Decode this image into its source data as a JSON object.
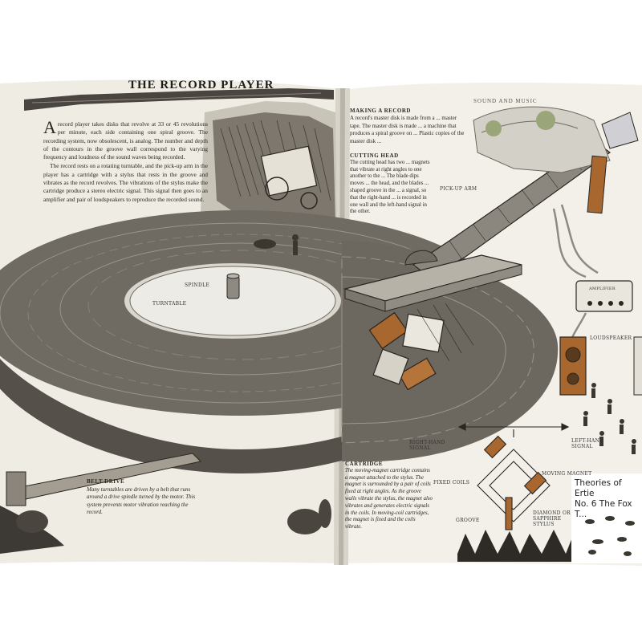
{
  "page": {
    "title": "The Record Player",
    "section_header": "Sound and Music"
  },
  "intro": {
    "paragraph_1": "A record player takes disks that revolve at 33 or 45 revolutions per minute, each side containing one spiral groove. The recording system, now obsolescent, is analog. The number and depth of the contours in the groove wall correspond to the varying frequency and loudness of the sound waves being recorded.",
    "paragraph_2": "The record rests on a rotating turntable, and the pick-up arm in the player has a cartridge with a stylus that rests in the groove and vibrates as the record revolves. The vibrations of the stylus make the cartridge produce a stereo electric signal. This signal then goes to an amplifier and pair of loudspeakers to reproduce the recorded sound."
  },
  "making_record": {
    "heading": "Making a Record",
    "body": "A record's master disk is made from a ... master tape. The master disk is made ... a machine that produces a spiral groove on ... Plastic copies of the master disk ..."
  },
  "cutting_head": {
    "heading": "Cutting Head",
    "body": "The cutting head has two ... magnets that vibrate at right angles to one another to the ... The blade dips moves ... the head, and the blades ... shaped groove in the ... a signal, so that the right-hand ... is recorded in one wall and the left-hand signal in the other."
  },
  "cartridge": {
    "heading": "Cartridge",
    "body": "The moving-magnet cartridge contains a magnet attached to the stylus. The magnet is surrounded by a pair of coils fixed at right angles. As the groove walls vibrate the stylus, the magnet also vibrates and generates electric signals in the coils. In moving-coil cartridges, the magnet is fixed and the coils vibrate."
  },
  "belt_drive": {
    "heading": "Belt Drive",
    "body": "Many turntables are driven by a belt that runs around a drive spindle turned by the motor. This system prevents motor vibration reaching the record."
  },
  "labels": {
    "spindle": "Spindle",
    "turntable": "Turntable",
    "pick_up_arm": "Pick-Up Arm",
    "amplifier": "Amplifier",
    "loudspeaker": "Loudspeaker",
    "right_hand_signal": "Right-Hand Signal",
    "left_hand_signal": "Left-Hand Signal",
    "fixed_coils": "Fixed Coils",
    "moving_magnet": "Moving Magnet",
    "groove": "Groove",
    "diamond_stylus": "Diamond or Sapphire Stylus"
  },
  "handwritten": {
    "line_1": "Theories of Ertie",
    "line_2": "No. 6 The Fox T..."
  },
  "colors": {
    "paper": "#f3f1ea",
    "record": "#7b756c",
    "ink": "#2a2622",
    "wood": "#a8672e"
  }
}
